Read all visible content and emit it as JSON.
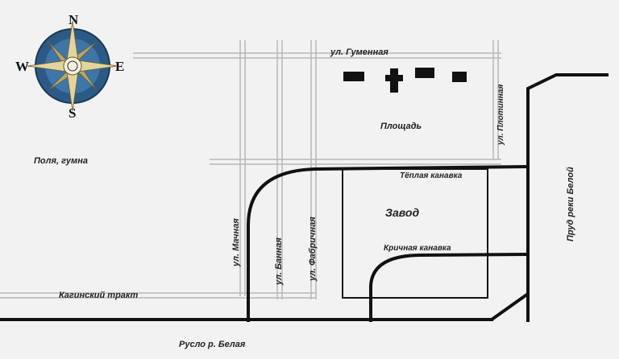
{
  "map": {
    "labels": {
      "fields": "Поля, гумна",
      "gumennaya_street": "ул. Гуменная",
      "square": "Площадь",
      "plotinnaya_street": "ул. Плотинная",
      "belaya_pond": "Пруд реки Белой",
      "warm_canal": "Тёплая канавка",
      "factory": "Завод",
      "krichnaya_canal": "Кричная канавка",
      "machnaya_street": "ул. Мачная",
      "bannaya_street": "ул. Банная",
      "fabrichnaya_street": "ул. Фабричная",
      "kaginsky_tract": "Кагинский тракт",
      "belaya_riverbed": "Русло р. Белая"
    },
    "compass": {
      "north": "N",
      "south": "S",
      "west": "W",
      "east": "E"
    },
    "colors": {
      "background": "#f2f2f2",
      "street_outline": "#b8b8b8",
      "thick_line": "#111111",
      "building": "#111111",
      "compass_ring": "#2c5a86",
      "compass_star": "#d8c58c"
    }
  }
}
